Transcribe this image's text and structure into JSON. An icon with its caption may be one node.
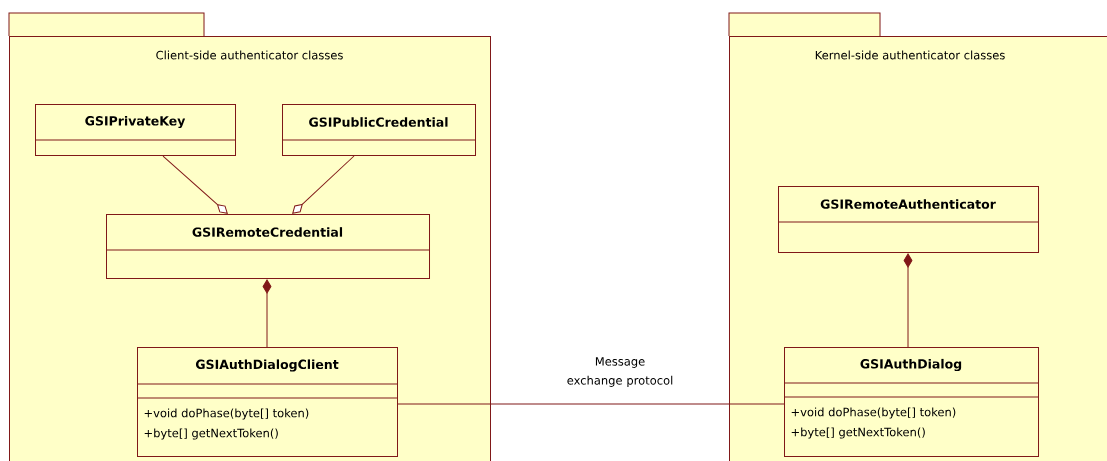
{
  "diagram": {
    "nodes": [
      {
        "text": [
          "Client-side authenticator classes"
        ]
      },
      {
        "text": [
          "GSIPrivateKey"
        ],
        "in": 0
      },
      {
        "text": [
          "GSIPublicCredential"
        ],
        "in": 0
      },
      {
        "text": [
          "GSIRemoteCredential"
        ],
        "in": 0
      },
      {
        "text": [
          "GSIAuthDialogClient",
          "+void doPhase(byte[] token)",
          "+byte[] getNextToken()"
        ],
        "in": 0
      },
      {
        "text": [
          "Kernel-side authenticator classes"
        ]
      },
      {
        "text": [
          "GSIRemoteAuthenticator"
        ],
        "in": 5
      },
      {
        "text": [
          "GSIAuthDialog",
          "+void doPhase(byte[] token)",
          "+byte[] getNextToken()"
        ],
        "in": 5
      }
    ],
    "edges": [
      {
        "from": 1,
        "to": 3,
        "arrow": "other"
      },
      {
        "from": 2,
        "to": 3,
        "arrow": "other"
      },
      {
        "from": 4,
        "to": 3,
        "arrow": "other"
      },
      {
        "from": 7,
        "to": 6,
        "arrow": "other"
      },
      {
        "from": 4,
        "to": 7,
        "arrow": "none",
        "label": "Message exchange protocol"
      }
    ]
  }
}
